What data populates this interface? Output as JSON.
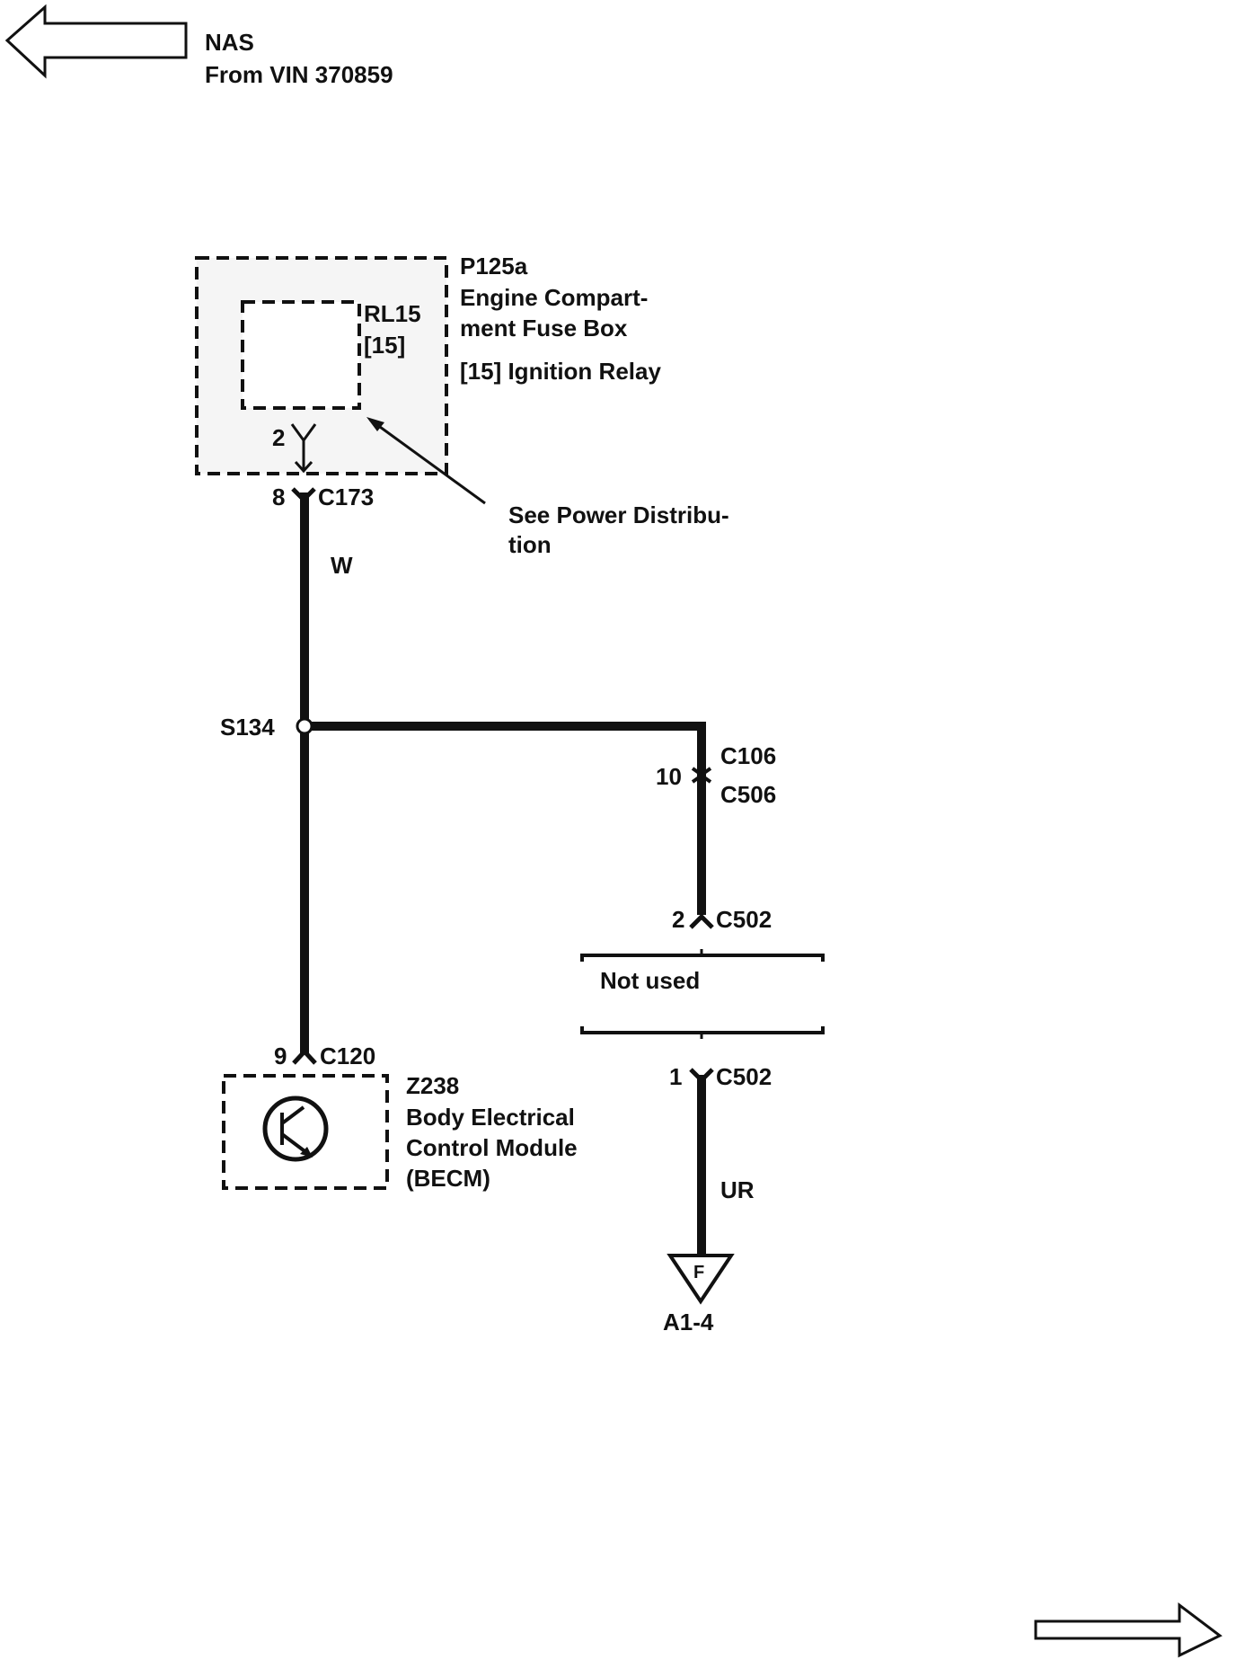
{
  "header": {
    "line1": "NAS",
    "line2": "From VIN 370859"
  },
  "fuse_box": {
    "id": "P125a",
    "name_line1": "Engine Compart-",
    "name_line2": "ment Fuse Box",
    "relay_id": "RL15",
    "relay_ref": "[15]",
    "relay_desc": "[15]  Ignition Relay",
    "relay_pin": "2"
  },
  "connector_c173": {
    "pin": "8",
    "name": "C173"
  },
  "note": {
    "line1": "See Power Distribu-",
    "line2": "tion"
  },
  "wire_main": {
    "color_code": "W"
  },
  "splice": {
    "name": "S134"
  },
  "connector_c106": {
    "pin": "10",
    "name_top": "C106",
    "name_bottom": "C506"
  },
  "connector_c502_top": {
    "pin": "2",
    "name": "C502"
  },
  "not_used": {
    "label": "Not used"
  },
  "connector_c502_bottom": {
    "pin": "1",
    "name": "C502"
  },
  "wire_branch": {
    "color_code": "UR"
  },
  "ground": {
    "symbol": "F",
    "ref": "A1-4"
  },
  "connector_c120": {
    "pin": "9",
    "name": "C120"
  },
  "module": {
    "id": "Z238",
    "name_line1": "Body Electrical",
    "name_line2": "Control Module",
    "name_line3": "(BECM)"
  },
  "navigation": {
    "prev_icon": "left-arrow-icon",
    "next_icon": "right-arrow-icon"
  }
}
